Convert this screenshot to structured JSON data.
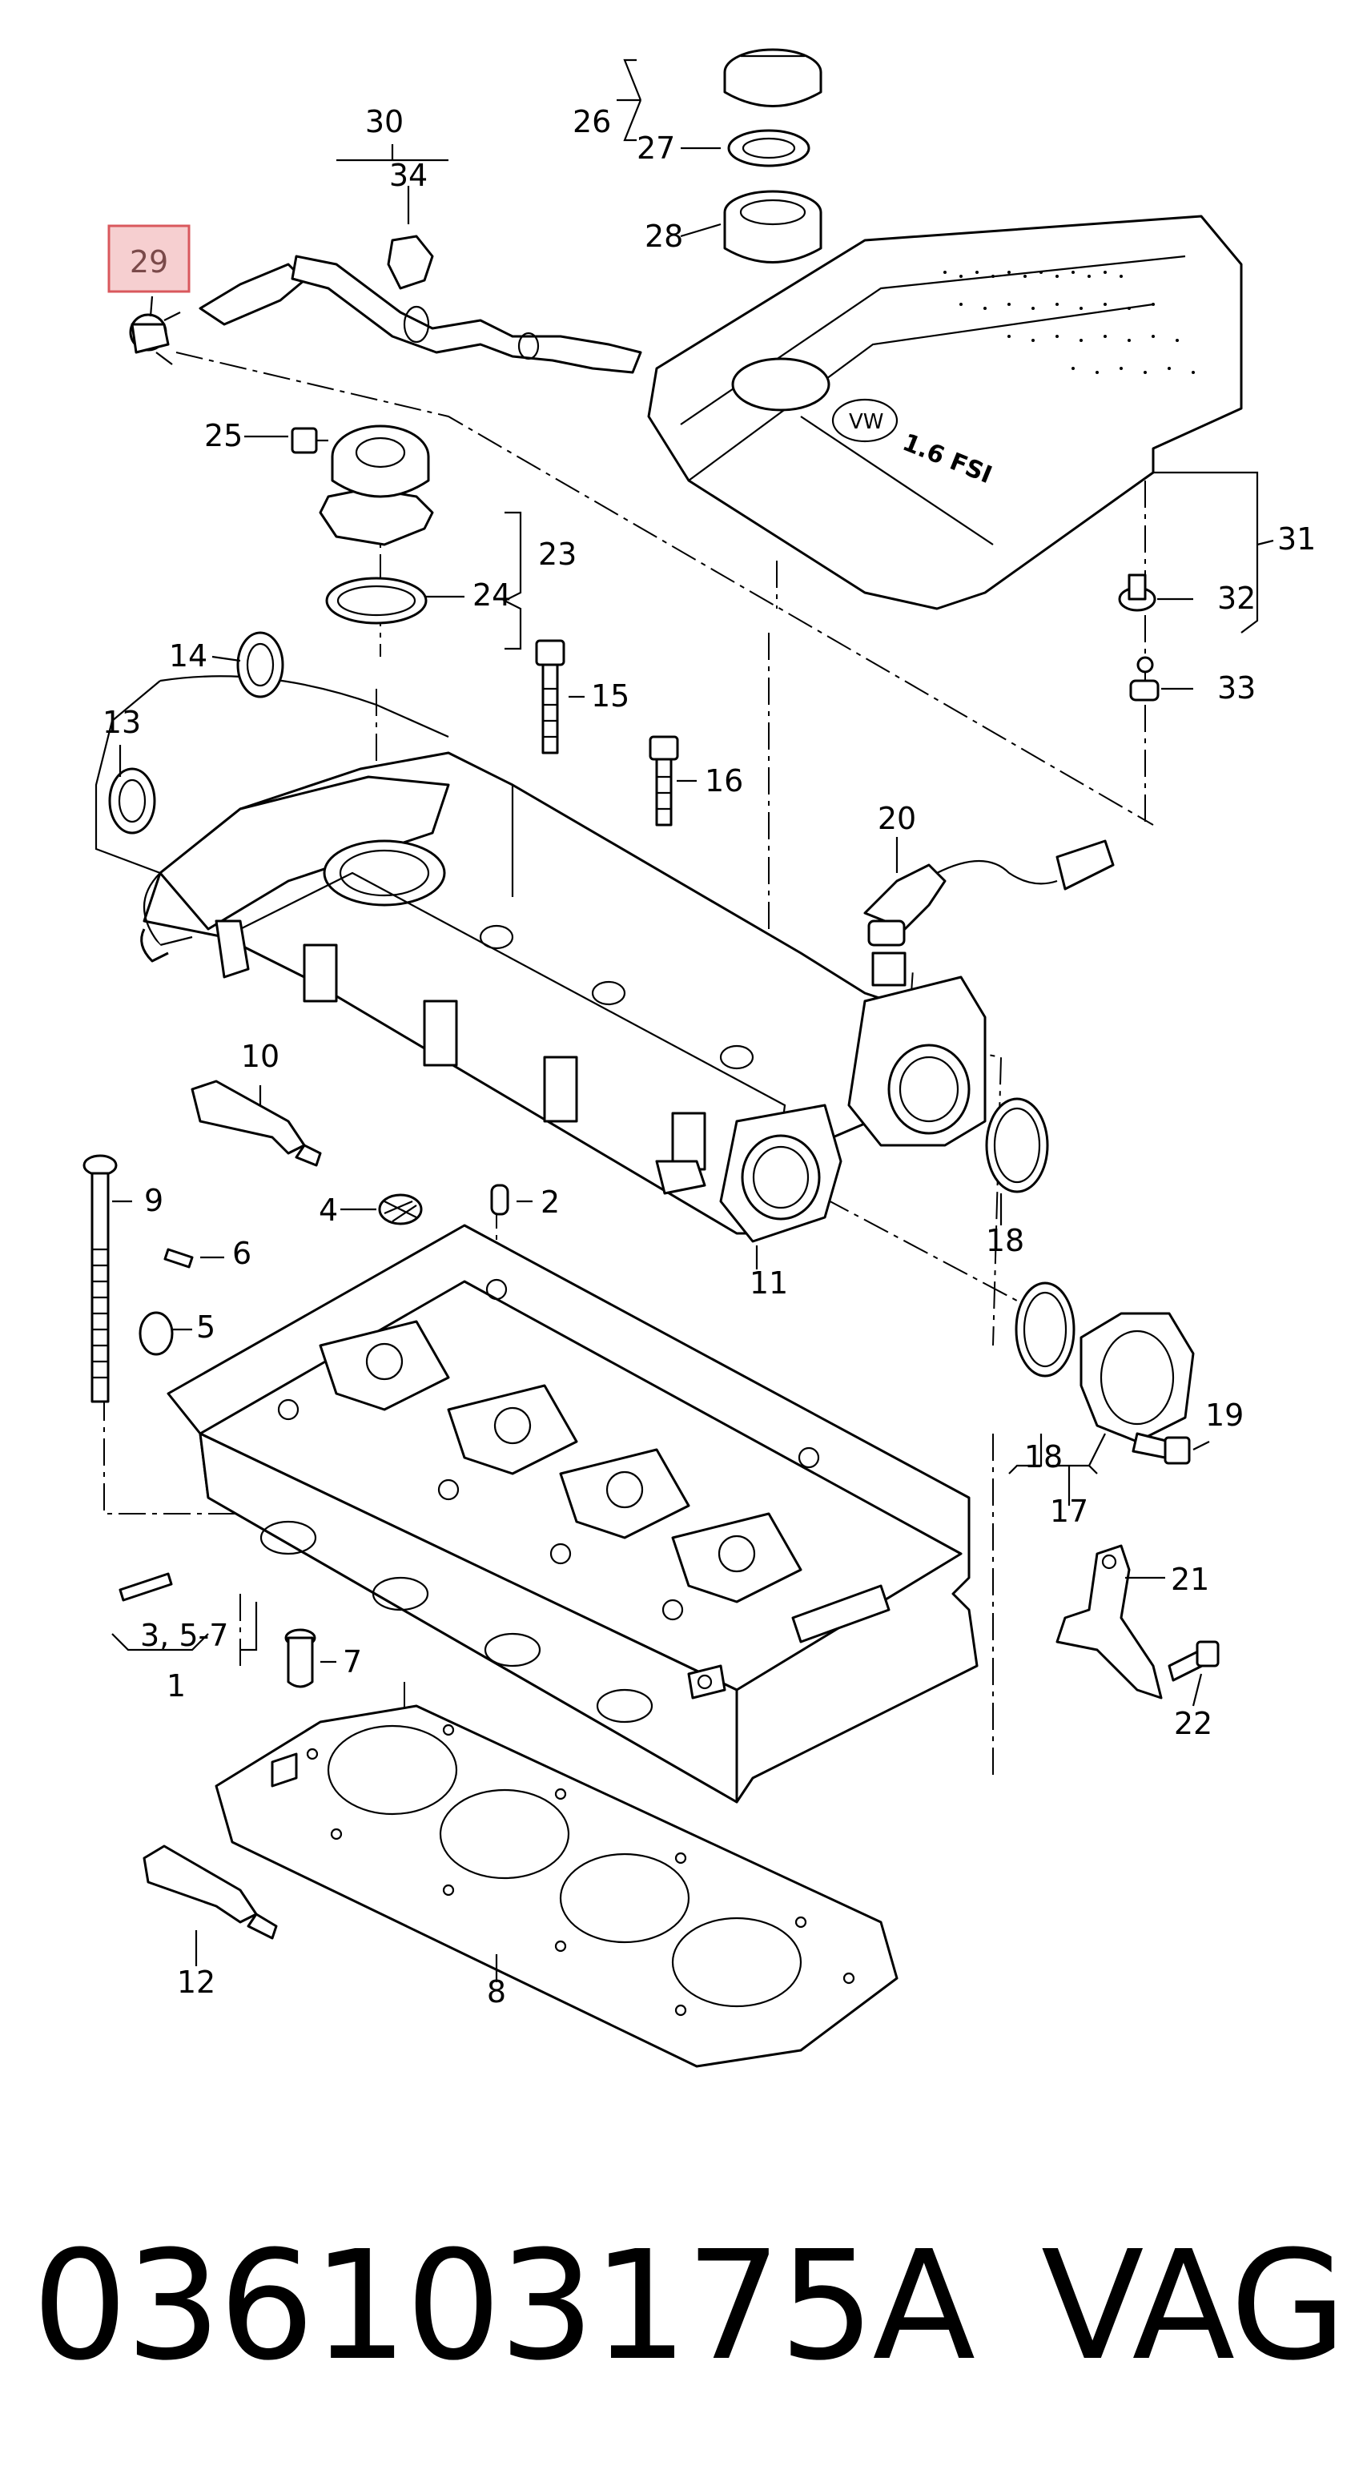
{
  "diagram": {
    "highlighted_callout": "29",
    "callouts": [
      {
        "id": "c1",
        "text": "1"
      },
      {
        "id": "c2",
        "text": "2"
      },
      {
        "id": "c3",
        "text": "3, 5-7"
      },
      {
        "id": "c4",
        "text": "4"
      },
      {
        "id": "c5",
        "text": "5"
      },
      {
        "id": "c6",
        "text": "6"
      },
      {
        "id": "c7",
        "text": "7"
      },
      {
        "id": "c8",
        "text": "8"
      },
      {
        "id": "c9",
        "text": "9"
      },
      {
        "id": "c10",
        "text": "10"
      },
      {
        "id": "c11",
        "text": "11"
      },
      {
        "id": "c12",
        "text": "12"
      },
      {
        "id": "c13",
        "text": "13"
      },
      {
        "id": "c14",
        "text": "14"
      },
      {
        "id": "c15",
        "text": "15"
      },
      {
        "id": "c16",
        "text": "16"
      },
      {
        "id": "c17",
        "text": "17"
      },
      {
        "id": "c18a",
        "text": "18"
      },
      {
        "id": "c18b",
        "text": "18"
      },
      {
        "id": "c19",
        "text": "19"
      },
      {
        "id": "c20",
        "text": "20"
      },
      {
        "id": "c21",
        "text": "21"
      },
      {
        "id": "c22",
        "text": "22"
      },
      {
        "id": "c23",
        "text": "23"
      },
      {
        "id": "c24",
        "text": "24"
      },
      {
        "id": "c25",
        "text": "25"
      },
      {
        "id": "c26",
        "text": "26"
      },
      {
        "id": "c27",
        "text": "27"
      },
      {
        "id": "c28",
        "text": "28"
      },
      {
        "id": "c29",
        "text": "29"
      },
      {
        "id": "c30",
        "text": "30"
      },
      {
        "id": "c31",
        "text": "31"
      },
      {
        "id": "c32",
        "text": "32"
      },
      {
        "id": "c33",
        "text": "33"
      },
      {
        "id": "c34",
        "text": "34"
      }
    ],
    "cover_badge_text": "1.6 FSI",
    "cover_logo_text": "VW"
  },
  "footer": {
    "part_number": "036103175A",
    "brand": "VAG"
  },
  "colors": {
    "highlight_fill": "#f6cfd0",
    "highlight_border": "#d9585d",
    "line": "#000000",
    "background": "#ffffff"
  }
}
